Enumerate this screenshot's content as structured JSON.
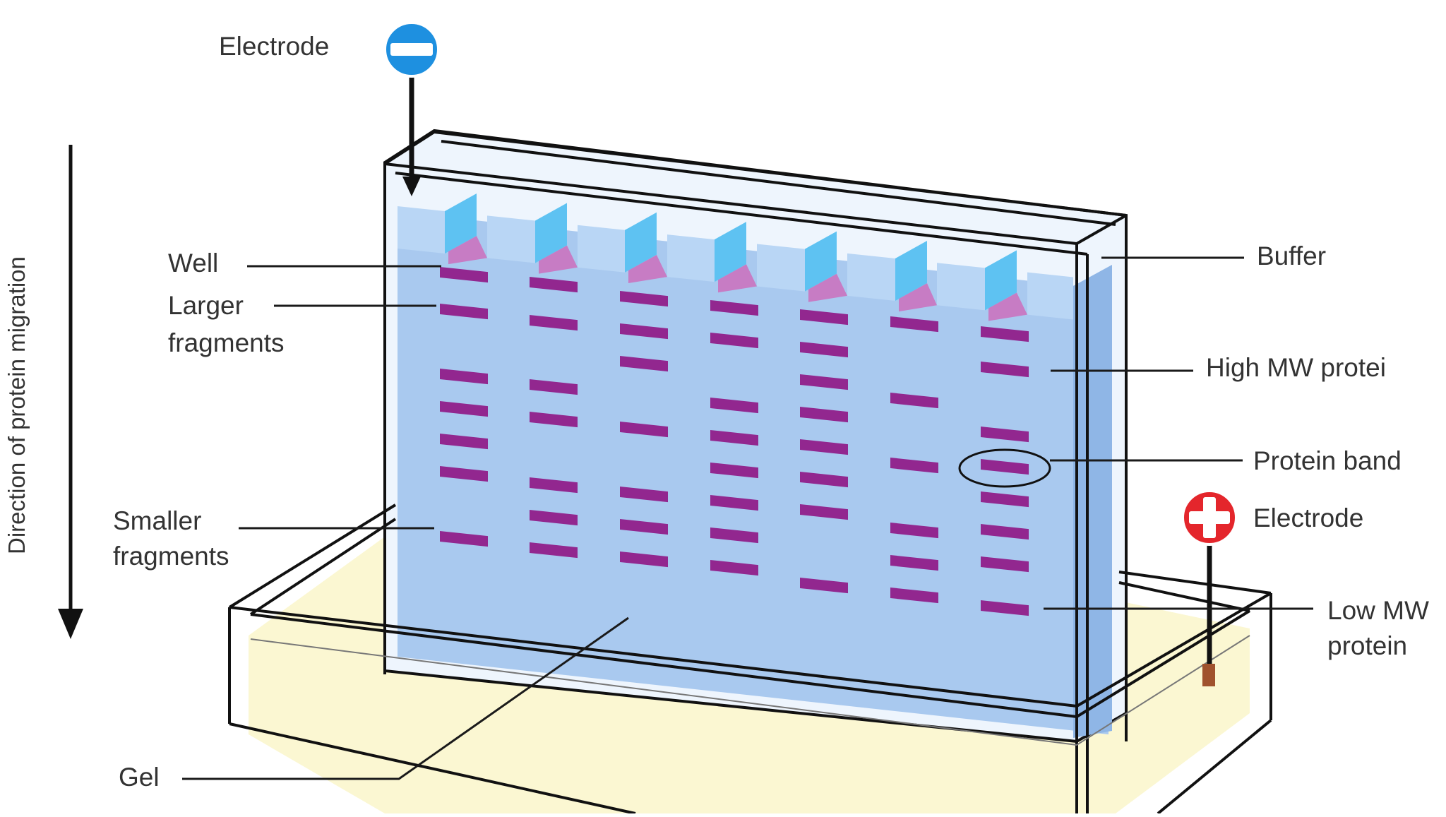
{
  "labels": {
    "electrode_negative": "Electrode",
    "electrode_positive": "Electrode",
    "direction": "Direction of protein migration",
    "well": "Well",
    "larger": [
      "Larger",
      "fragments"
    ],
    "smaller": [
      "Smaller",
      "fragments"
    ],
    "gel": "Gel",
    "buffer": "Buffer",
    "high_mw": "High MW protei",
    "protein_band": "Protein band",
    "low_mw": [
      "Low MW",
      "protein"
    ]
  },
  "colors": {
    "gel": "#a9c9ef",
    "gel_side": "#8fb6e6",
    "well_face": "#5ec2f2",
    "band": "#92278f",
    "well_fill": "#c77cc4",
    "buffer_tank": "#fbf7d2",
    "negative": "#1e90e0",
    "positive": "#e4262c"
  },
  "icons": {
    "negative": "minus-circle-icon",
    "positive": "plus-circle-icon"
  }
}
